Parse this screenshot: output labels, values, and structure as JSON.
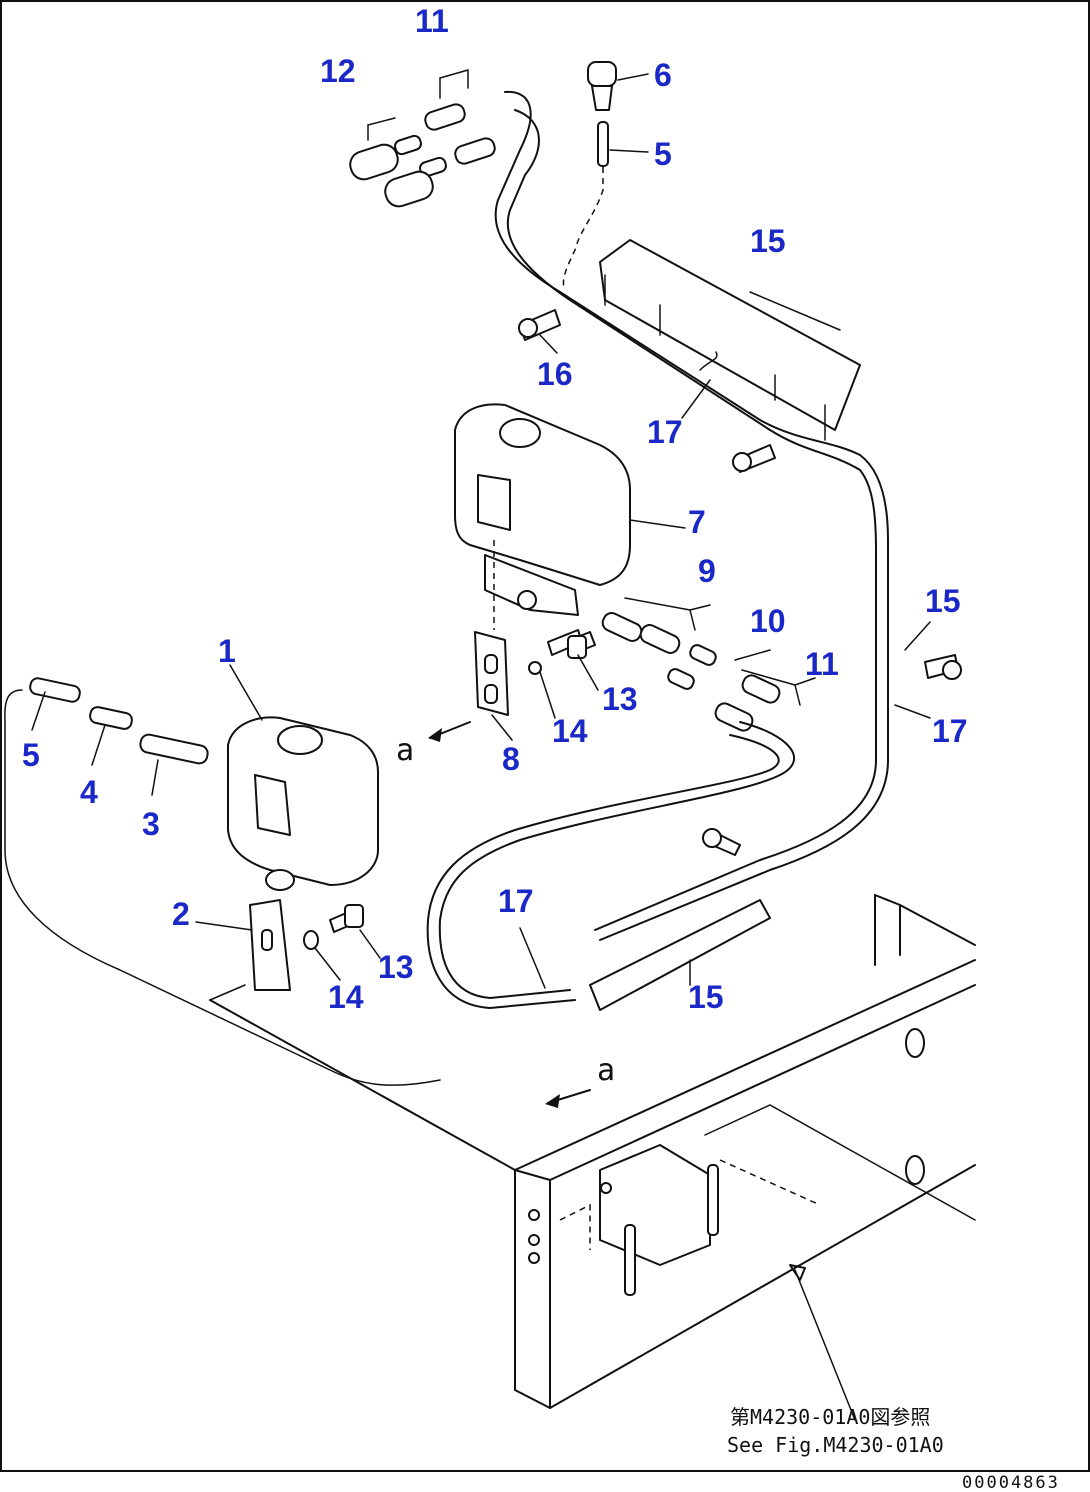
{
  "callouts": [
    {
      "id": "c1",
      "label": "1"
    },
    {
      "id": "c2",
      "label": "2"
    },
    {
      "id": "c3",
      "label": "3"
    },
    {
      "id": "c4",
      "label": "4"
    },
    {
      "id": "c5a",
      "label": "5"
    },
    {
      "id": "c5b",
      "label": "5"
    },
    {
      "id": "c6",
      "label": "6"
    },
    {
      "id": "c7",
      "label": "7"
    },
    {
      "id": "c8",
      "label": "8"
    },
    {
      "id": "c9",
      "label": "9"
    },
    {
      "id": "c10",
      "label": "10"
    },
    {
      "id": "c11a",
      "label": "11"
    },
    {
      "id": "c11b",
      "label": "11"
    },
    {
      "id": "c12",
      "label": "12"
    },
    {
      "id": "c13a",
      "label": "13"
    },
    {
      "id": "c13b",
      "label": "13"
    },
    {
      "id": "c14a",
      "label": "14"
    },
    {
      "id": "c14b",
      "label": "14"
    },
    {
      "id": "c15a",
      "label": "15"
    },
    {
      "id": "c15b",
      "label": "15"
    },
    {
      "id": "c15c",
      "label": "15"
    },
    {
      "id": "c16",
      "label": "16"
    },
    {
      "id": "c17a",
      "label": "17"
    },
    {
      "id": "c17b",
      "label": "17"
    },
    {
      "id": "c17c",
      "label": "17"
    }
  ],
  "view_marks": {
    "upper": "a",
    "lower": "a"
  },
  "reference_note": {
    "line_jp": "第M4230-01A0図参照",
    "line_en": "See Fig.M4230-01A0"
  },
  "drawing_code": "00004863",
  "colors": {
    "callout": "#1b28c8",
    "line": "#111111"
  }
}
